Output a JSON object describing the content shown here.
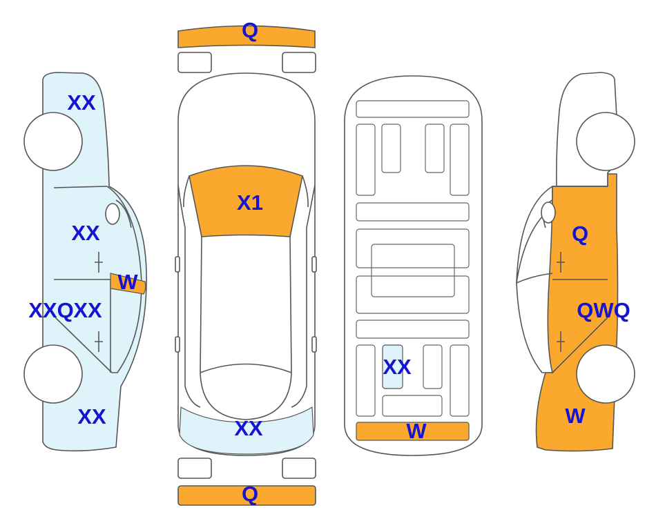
{
  "colors": {
    "damage_orange": "#FBA82F",
    "damage_light_blue": "#DFF4FA",
    "label_blue": "#1414D2",
    "outline": "#555555"
  },
  "left_side_view": {
    "label_top": "XX",
    "label_front_door": "XX",
    "label_mirror": "W",
    "label_center_left": "XXQ",
    "label_center_right": "XX",
    "label_bottom": "XX"
  },
  "top_view": {
    "front_bumper_label": "Q",
    "hood_windshield_label": "X1",
    "rear_label": "XX",
    "rear_bumper_label": "Q"
  },
  "underbody_view": {
    "center_panel_label": "XX",
    "rear_strip_label": "W"
  },
  "right_side_view": {
    "label_top": "Q",
    "label_middle": "QWQ",
    "label_bottom": "W"
  }
}
